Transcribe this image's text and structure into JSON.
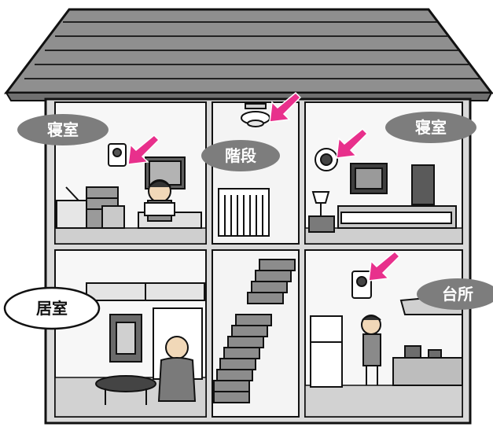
{
  "labels": {
    "bedroom_left": "寝室",
    "stairs": "階段",
    "bedroom_right": "寝室",
    "kitchen": "台所",
    "living_room": "居室"
  },
  "colors": {
    "arrow": "#e8308c",
    "roof": "#8a8a8a",
    "room_label_bubble": "#7d7d7d",
    "label_text_light": "#ffffff",
    "label_text_dark": "#111111"
  },
  "icons": {
    "detector_ceiling": "ceiling-smoke-detector-icon",
    "detector_wall": "wall-smoke-detector-icon",
    "arrow": "pink-arrow-icon"
  }
}
